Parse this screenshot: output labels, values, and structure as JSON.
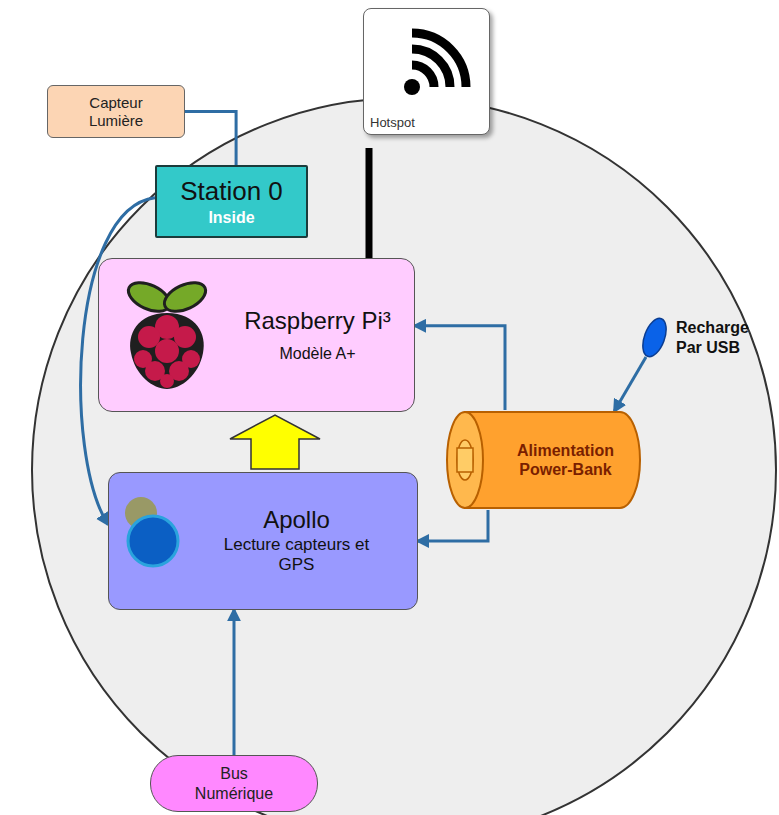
{
  "diagram": {
    "nodes": [
      {
        "text": [
          "Hotspot"
        ]
      },
      {
        "text": [
          "Capteur Lumière"
        ]
      },
      {
        "text": [
          "Station 0",
          "Inside"
        ]
      },
      {
        "text": [
          "Raspberry Pi³",
          "Modèle A+"
        ]
      },
      {
        "text": [
          "Recharge Par USB"
        ]
      },
      {
        "text": [
          "Apollo",
          "Lecture capteurs et GPS"
        ]
      },
      {
        "text": [
          "Alimentation Power-Bank"
        ]
      },
      {
        "text": [
          "Bus Numérique"
        ]
      }
    ],
    "edges": [
      {
        "from": 1,
        "to": 2,
        "arrow": "none"
      },
      {
        "from": 2,
        "to": 5,
        "arrow": "to"
      },
      {
        "from": 5,
        "to": 3,
        "arrow": "to"
      },
      {
        "from": 6,
        "to": 3,
        "arrow": "to"
      },
      {
        "from": 6,
        "to": 5,
        "arrow": "to"
      },
      {
        "from": 4,
        "to": 6,
        "arrow": "to"
      },
      {
        "from": 7,
        "to": 5,
        "arrow": "to"
      }
    ]
  }
}
